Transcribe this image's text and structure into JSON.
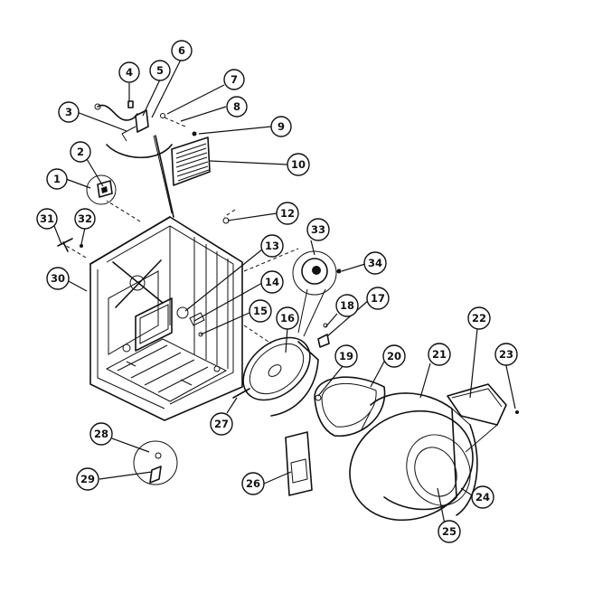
{
  "callouts": [
    {
      "id": "c1",
      "label": "1"
    },
    {
      "id": "c2",
      "label": "2"
    },
    {
      "id": "c3",
      "label": "3"
    },
    {
      "id": "c4",
      "label": "4"
    },
    {
      "id": "c5",
      "label": "5"
    },
    {
      "id": "c6",
      "label": "6"
    },
    {
      "id": "c7",
      "label": "7"
    },
    {
      "id": "c8",
      "label": "8"
    },
    {
      "id": "c9",
      "label": "9"
    },
    {
      "id": "c10",
      "label": "10"
    },
    {
      "id": "c12",
      "label": "12"
    },
    {
      "id": "c13",
      "label": "13"
    },
    {
      "id": "c14",
      "label": "14"
    },
    {
      "id": "c15",
      "label": "15"
    },
    {
      "id": "c16",
      "label": "16"
    },
    {
      "id": "c17",
      "label": "17"
    },
    {
      "id": "c18",
      "label": "18"
    },
    {
      "id": "c19",
      "label": "19"
    },
    {
      "id": "c20",
      "label": "20"
    },
    {
      "id": "c21",
      "label": "21"
    },
    {
      "id": "c22",
      "label": "22"
    },
    {
      "id": "c23",
      "label": "23"
    },
    {
      "id": "c24",
      "label": "24"
    },
    {
      "id": "c25",
      "label": "25"
    },
    {
      "id": "c26",
      "label": "26"
    },
    {
      "id": "c27",
      "label": "27"
    },
    {
      "id": "c28",
      "label": "28"
    },
    {
      "id": "c29",
      "label": "29"
    },
    {
      "id": "c30",
      "label": "30"
    },
    {
      "id": "c31",
      "label": "31"
    },
    {
      "id": "c32",
      "label": "32"
    },
    {
      "id": "c33",
      "label": "33"
    },
    {
      "id": "c34",
      "label": "34"
    }
  ]
}
